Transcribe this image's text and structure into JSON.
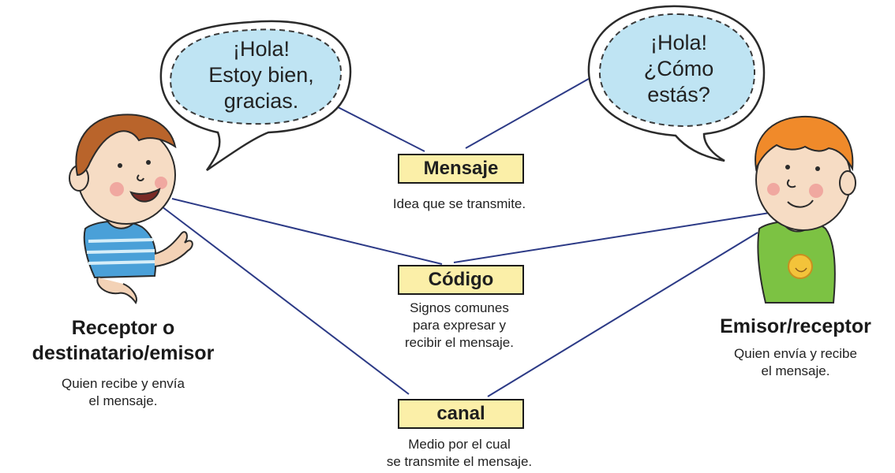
{
  "bubbles": {
    "left": "¡Hola!\nEstoy bien,\ngracias.",
    "right": "¡Hola!\n¿Cómo\nestás?"
  },
  "center": {
    "mensaje": {
      "label": "Mensaje",
      "desc": "Idea que se transmite."
    },
    "codigo": {
      "label": "Código",
      "desc": "Signos comunes\npara expresar y\nrecibir el mensaje."
    },
    "canal": {
      "label": "canal",
      "desc": "Medio por el cual\nse transmite el mensaje."
    }
  },
  "left_person": {
    "title": "Receptor o\ndestinatario/emisor",
    "desc": "Quien recibe y envía\nel mensaje."
  },
  "right_person": {
    "title": "Emisor/receptor",
    "desc": "Quien envía y recibe\nel mensaje."
  },
  "colors": {
    "bubble_fill": "#bfe4f3",
    "label_fill": "#fbefa8",
    "line": "#2c3a86"
  }
}
